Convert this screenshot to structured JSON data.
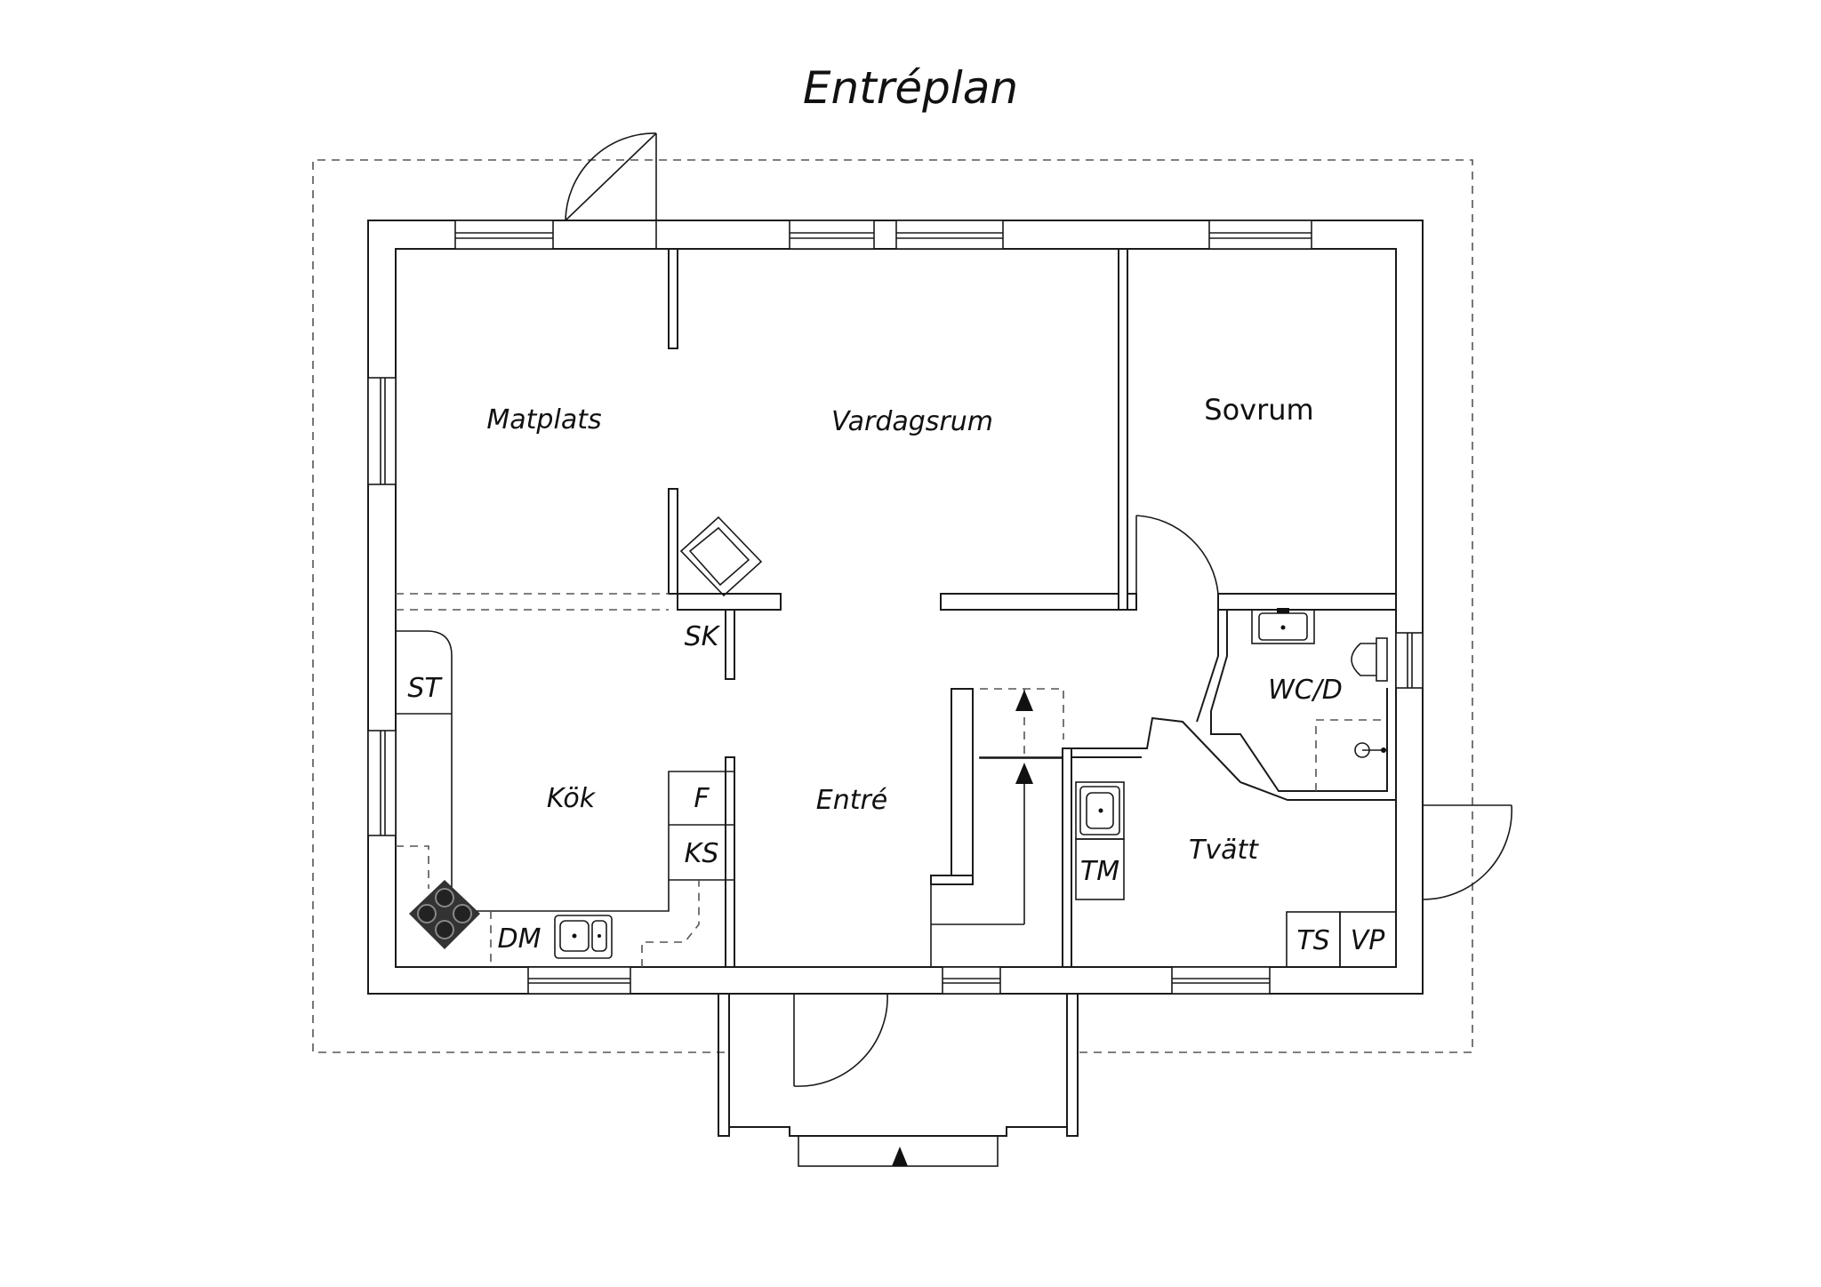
{
  "title": "Entréplan",
  "rooms": {
    "matplats": "Matplats",
    "vardagsrum": "Vardagsrum",
    "sovrum": "Sovrum",
    "kok": "Kök",
    "entre": "Entré",
    "tvatt": "Tvätt",
    "wc_d": "WC/D"
  },
  "fixtures": {
    "sk": "SK",
    "st": "ST",
    "f": "F",
    "ks": "KS",
    "dm": "DM",
    "tm": "TM",
    "ts": "TS",
    "vp": "VP"
  },
  "colors": {
    "line": "#1a1a1a",
    "background": "#ffffff",
    "stove": "#333333"
  }
}
